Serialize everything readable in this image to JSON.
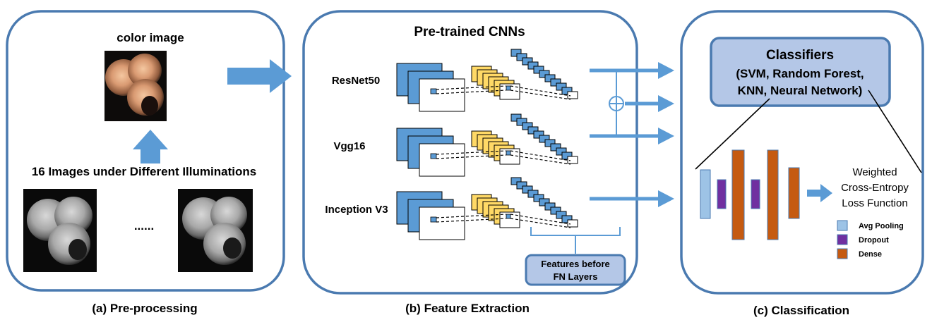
{
  "colors": {
    "panel_border": "#4a7ab0",
    "arrow": "#5b9bd5",
    "box_fill": "#b4c7e7",
    "map_blue": "#5b9bd5",
    "map_yellow": "#ffd966",
    "avg_pooling": "#9dc3e6",
    "dropout": "#7030a0",
    "dense": "#c55a11"
  },
  "preprocessing": {
    "color_image_label": "color image",
    "images_label": "16 Images under Different Illuminations",
    "ellipsis": "......",
    "caption": "(a) Pre-processing"
  },
  "feature_extraction": {
    "title": "Pre-trained CNNs",
    "networks": [
      "ResNet50",
      "Vgg16",
      "Inception V3"
    ],
    "features_box": [
      "Features before",
      "FN Layers"
    ],
    "caption": "(b) Feature Extraction"
  },
  "classification": {
    "classifiers_title": "Classifiers",
    "classifiers_lines": [
      "(SVM, Random Forest,",
      "KNN, Neural Network)"
    ],
    "loss_lines": [
      "Weighted",
      "Cross-Entropy",
      "Loss Function"
    ],
    "legend": [
      {
        "label": "Avg Pooling",
        "color_key": "avg_pooling"
      },
      {
        "label": "Dropout",
        "color_key": "dropout"
      },
      {
        "label": "Dense",
        "color_key": "dense"
      }
    ],
    "caption": "(c) Classification"
  },
  "icons": [
    "circle-plus-icon",
    "arrow-right-icon",
    "arrow-up-icon"
  ]
}
